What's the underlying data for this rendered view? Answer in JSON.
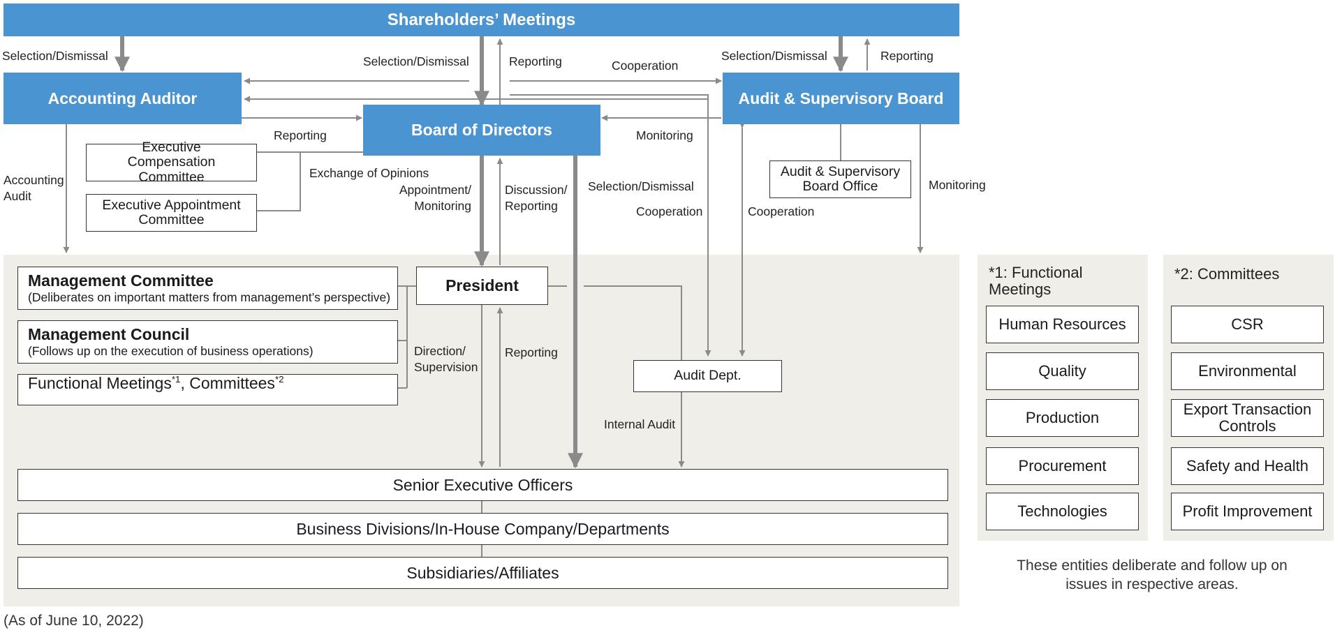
{
  "nodes": {
    "shareholders": "Shareholders’ Meetings",
    "accounting_auditor": "Accounting Auditor",
    "board": "Board of Directors",
    "asb": "Audit & Supervisory Board",
    "exec_comp": "Executive Compensation Committee",
    "exec_appt": "Executive Appointment Committee",
    "asb_office": "Audit & Supervisory Board Office",
    "president": "President",
    "mgmt_committee": {
      "title": "Management Committee",
      "desc": "(Deliberates on important matters from management’s perspective)"
    },
    "mgmt_council": {
      "title": "Management Council",
      "desc": "(Follows up on the execution of business operations)"
    },
    "func_meetings": {
      "part1": "Functional Meetings",
      "sup1": "*1",
      "part2": ", Committees",
      "sup2": "*2"
    },
    "audit_dept": "Audit Dept.",
    "senior_officers": "Senior Executive Officers",
    "business_divisions": "Business Divisions/In-House Company/Departments",
    "subsidiaries": "Subsidiaries/Affiliates"
  },
  "labels": {
    "sel_dis_left": "Selection/Dismissal",
    "sel_dis_center": "Selection/Dismissal",
    "reporting_top": "Reporting",
    "cooperation_top": "Cooperation",
    "sel_dis_right": "Selection/Dismissal",
    "reporting_right": "Reporting",
    "reporting_mid": "Reporting",
    "monitoring_mid": "Monitoring",
    "exchange_opinions": "Exchange of Opinions",
    "accounting_audit": "Accounting Audit",
    "appt_monitoring": "Appointment/ Monitoring",
    "disc_reporting": "Discussion/ Reporting",
    "sel_dis_lower": "Selection/Dismissal",
    "cooperation_lower1": "Cooperation",
    "cooperation_lower2": "Cooperation",
    "monitoring_right": "Monitoring",
    "direction_supervision": "Direction/ Supervision",
    "reporting_lower": "Reporting",
    "internal_audit": "Internal Audit"
  },
  "functional_meetings": {
    "title": "*1: Functional Meetings",
    "items": [
      "Human Resources",
      "Quality",
      "Production",
      "Procurement",
      "Technologies"
    ]
  },
  "committees": {
    "title": "*2: Committees",
    "items": [
      "CSR",
      "Environmental",
      "Export Transaction Controls",
      "Safety and Health",
      "Profit Improvement"
    ]
  },
  "side_note": "These entities deliberate and follow up on issues in respective areas.",
  "footnote": "(As of June 10, 2022)",
  "colors": {
    "accent_blue": "#4b94d2",
    "panel": "#efeee9",
    "arrow": "#8a8a8a"
  }
}
